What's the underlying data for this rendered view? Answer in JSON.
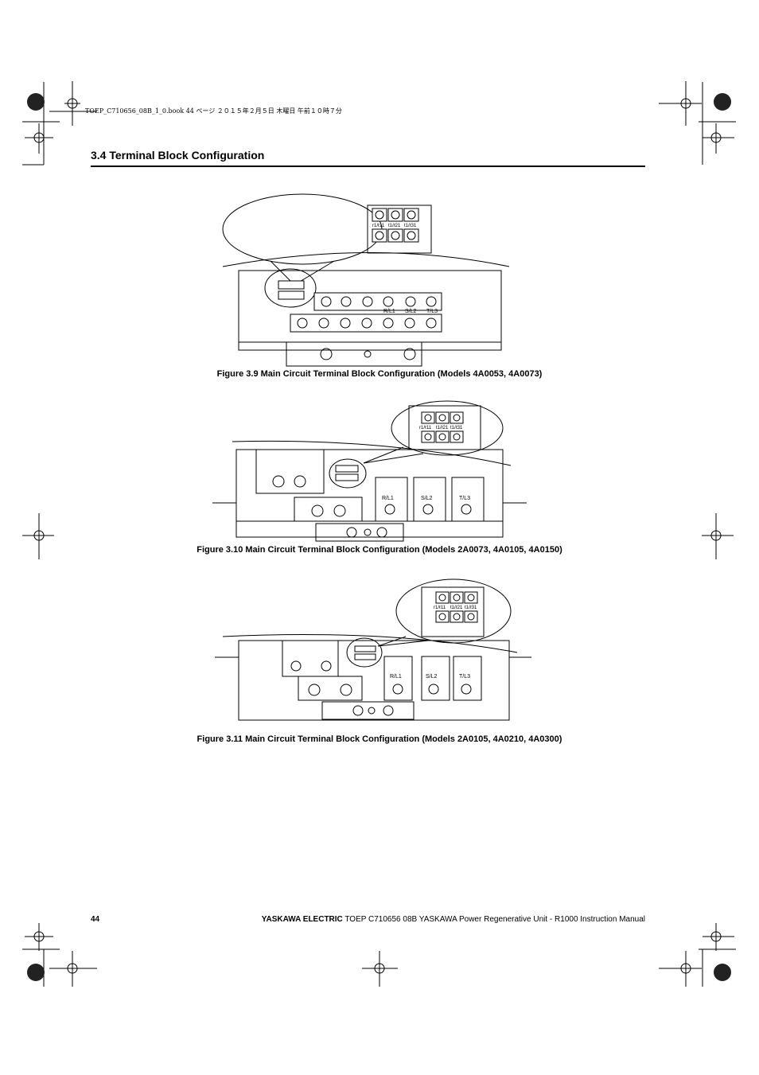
{
  "header": {
    "file_line": "TOEP_C710656_08B_1_0.book  44 ページ  ２０１５年２月５日  木曜日  午前１０時７分"
  },
  "section": {
    "title": "3.4  Terminal Block Configuration"
  },
  "figures": [
    {
      "caption": "Figure 3.9  Main Circuit Terminal Block Configuration (Models 4A0053, 4A0073)",
      "inset_labels": [
        "r1/ℓ11",
        "t1/ℓ21",
        "t1/ℓ31"
      ],
      "terminal_labels": [
        "R/L1",
        "S/L2",
        "T/L3"
      ]
    },
    {
      "caption": "Figure 3.10  Main Circuit Terminal Block Configuration (Models 2A0073, 4A0105, 4A0150)",
      "inset_labels": [
        "r1/ℓ11",
        "t1/ℓ21",
        "t1/ℓ31"
      ],
      "terminal_labels": [
        "R/L1",
        "S/L2",
        "T/L3"
      ]
    },
    {
      "caption": "Figure 3.11  Main Circuit Terminal Block Configuration (Models 2A0105, 4A0210, 4A0300)",
      "inset_labels": [
        "r1/ℓ11",
        "t1/ℓ21",
        "t1/ℓ31"
      ],
      "terminal_labels": [
        "R/L1",
        "S/L2",
        "T/L3"
      ]
    }
  ],
  "footer": {
    "page_number": "44",
    "brand": "YASKAWA ELECTRIC",
    "doc_text": " TOEP C710656 08B YASKAWA Power Regenerative Unit - R1000 Instruction Manual"
  }
}
